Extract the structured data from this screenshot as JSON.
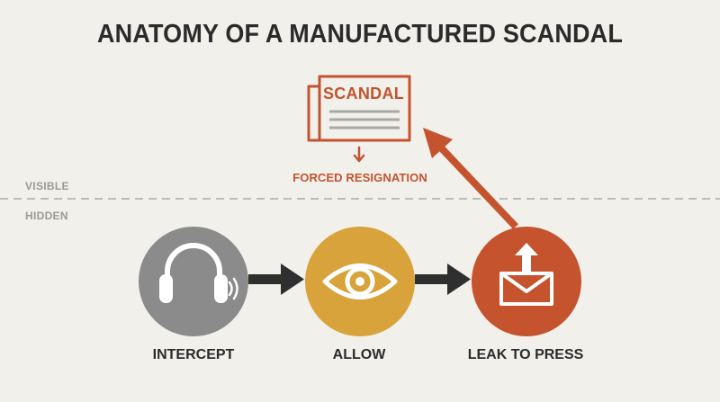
{
  "title": "ANATOMY OF A MANUFACTURED SCANDAL",
  "bands": {
    "visible": "VISIBLE",
    "hidden": "HIDDEN"
  },
  "newspaper": {
    "headline": "SCANDAL",
    "outcome": "FORCED RESIGNATION"
  },
  "steps": [
    {
      "label": "INTERCEPT",
      "icon": "headphones-icon",
      "color": "#8b8b8b"
    },
    {
      "label": "ALLOW",
      "icon": "eye-icon",
      "color": "#d7a33a"
    },
    {
      "label": "LEAK TO PRESS",
      "icon": "envelope-upload-icon",
      "color": "#c4532e"
    }
  ],
  "colors": {
    "background": "#f1f0eb",
    "text": "#2b2b2b",
    "accent": "#c4532e",
    "divider": "#bdbdb8",
    "connector": "#2f2f2f"
  }
}
